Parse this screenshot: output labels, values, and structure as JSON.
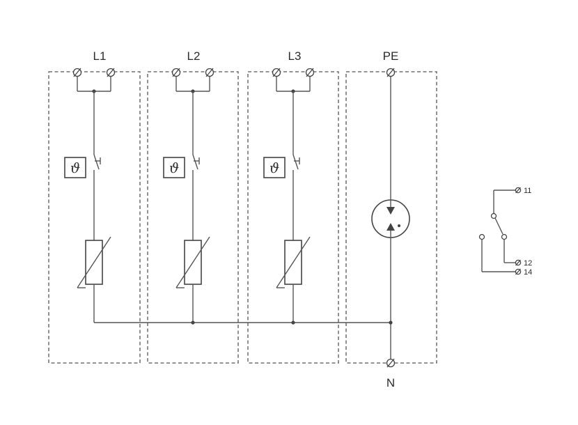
{
  "diagram": {
    "labels": {
      "l1": "L1",
      "l2": "L2",
      "l3": "L3",
      "pe": "PE",
      "n": "N"
    },
    "thermal_symbol": "ϑ",
    "remote_contact": {
      "t11": "11",
      "t12": "12",
      "t14": "14"
    },
    "colors": {
      "line": "#555555",
      "text": "#2b2b2b"
    }
  }
}
